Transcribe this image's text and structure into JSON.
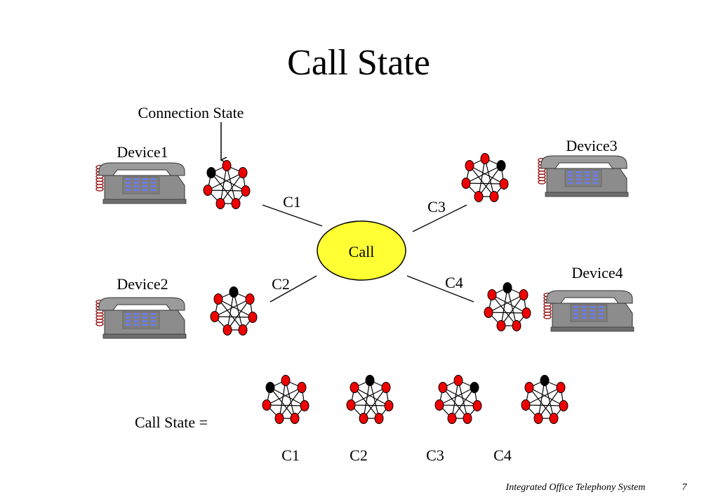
{
  "slide": {
    "title": "Call State",
    "connection_state_label": "Connection State",
    "call_label": "Call",
    "call_state_label": "Call State =",
    "footer_text": "Integrated Office Telephony System",
    "page_number": "7"
  },
  "devices": [
    {
      "label": "Device1"
    },
    {
      "label": "Device2"
    },
    {
      "label": "Device3"
    },
    {
      "label": "Device4"
    }
  ],
  "connections": [
    {
      "label": "C1",
      "active_node": 6
    },
    {
      "label": "C2",
      "active_node": 0
    },
    {
      "label": "C3",
      "active_node": 1
    },
    {
      "label": "C4",
      "active_node": 0
    }
  ],
  "colors": {
    "node_fill": "#ee0000",
    "node_active": "#000000",
    "call_fill": "#ffff33",
    "phone_body": "#8c8c8c",
    "phone_keys": "#6a7aff",
    "cord": "#9a1a1a"
  },
  "icons": {
    "phone": "telephone-icon",
    "state": "state-machine-icon",
    "call": "call-ellipse"
  }
}
